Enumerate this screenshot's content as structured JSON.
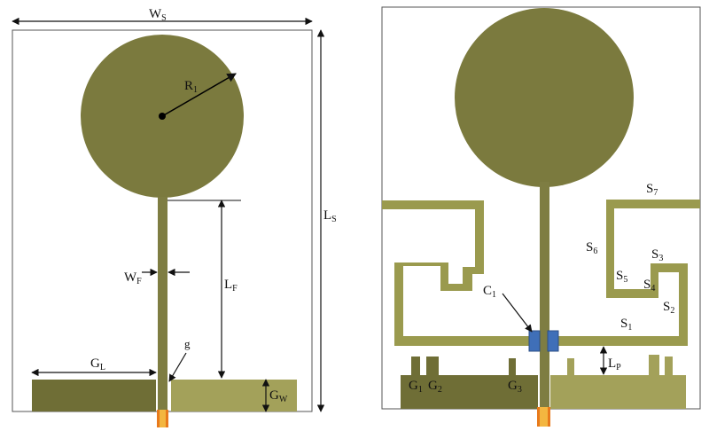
{
  "left_diagram": {
    "labels": {
      "ws": {
        "main": "W",
        "sub": "S"
      },
      "ls": {
        "main": "L",
        "sub": "S"
      },
      "r1": {
        "main": "R",
        "sub": "1"
      },
      "wf": {
        "main": "W",
        "sub": "F"
      },
      "lf": {
        "main": "L",
        "sub": "F"
      },
      "gl": {
        "main": "G",
        "sub": "L"
      },
      "gw": {
        "main": "G",
        "sub": "W"
      },
      "g": {
        "main": "g",
        "sub": ""
      }
    }
  },
  "right_diagram": {
    "labels": {
      "c1": {
        "main": "C",
        "sub": "1"
      },
      "s1": {
        "main": "S",
        "sub": "1"
      },
      "s2": {
        "main": "S",
        "sub": "2"
      },
      "s3": {
        "main": "S",
        "sub": "3"
      },
      "s4": {
        "main": "S",
        "sub": "4"
      },
      "s5": {
        "main": "S",
        "sub": "5"
      },
      "s6": {
        "main": "S",
        "sub": "6"
      },
      "s7": {
        "main": "S",
        "sub": "7"
      },
      "lp": {
        "main": "L",
        "sub": "P"
      },
      "g1": {
        "main": "G",
        "sub": "1"
      },
      "g2": {
        "main": "G",
        "sub": "2"
      },
      "g3": {
        "main": "G",
        "sub": "3"
      }
    }
  },
  "colors": {
    "patch": "#7b7a3e",
    "ground": "#7f7e44",
    "strip": "#9a9a4e",
    "substrate": "#ffffff",
    "capacitor": "#3f6fb8",
    "port": "#e87a1c"
  }
}
